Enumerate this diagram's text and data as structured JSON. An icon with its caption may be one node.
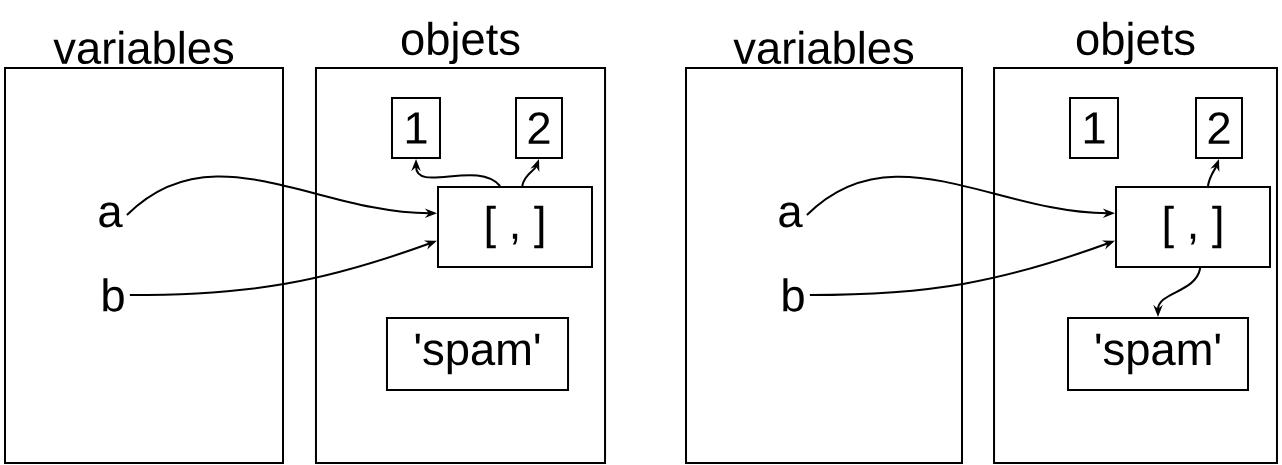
{
  "diagram": {
    "nodes": [
      {
        "text": [
          "variables"
        ]
      },
      {
        "text": [
          "objets"
        ]
      },
      {
        "text": [
          "a"
        ],
        "in": 0
      },
      {
        "text": [
          "b"
        ],
        "in": 0
      },
      {
        "text": [
          "1"
        ],
        "in": 1
      },
      {
        "text": [
          "2"
        ],
        "in": 1
      },
      {
        "text": [
          "[ , ]"
        ],
        "in": 1
      },
      {
        "text": [
          "'spam'"
        ],
        "in": 1
      },
      {
        "text": [
          "variables"
        ]
      },
      {
        "text": [
          "objets"
        ]
      },
      {
        "text": [
          "a"
        ],
        "in": 8
      },
      {
        "text": [
          "b"
        ],
        "in": 8
      },
      {
        "text": [
          "1"
        ],
        "in": 9
      },
      {
        "text": [
          "2"
        ],
        "in": 9
      },
      {
        "text": [
          "[ , ]"
        ],
        "in": 9
      },
      {
        "text": [
          "'spam'"
        ],
        "in": 9
      }
    ],
    "edges": [
      {
        "from": 2,
        "to": 6,
        "arrow": "to"
      },
      {
        "from": 3,
        "to": 6,
        "arrow": "to"
      },
      {
        "from": 6,
        "to": 4,
        "arrow": "to"
      },
      {
        "from": 6,
        "to": 5,
        "arrow": "to"
      },
      {
        "from": 10,
        "to": 14,
        "arrow": "to"
      },
      {
        "from": 11,
        "to": 14,
        "arrow": "to"
      },
      {
        "from": 14,
        "to": 13,
        "arrow": "to"
      },
      {
        "from": 14,
        "to": 15,
        "arrow": "to"
      }
    ]
  }
}
